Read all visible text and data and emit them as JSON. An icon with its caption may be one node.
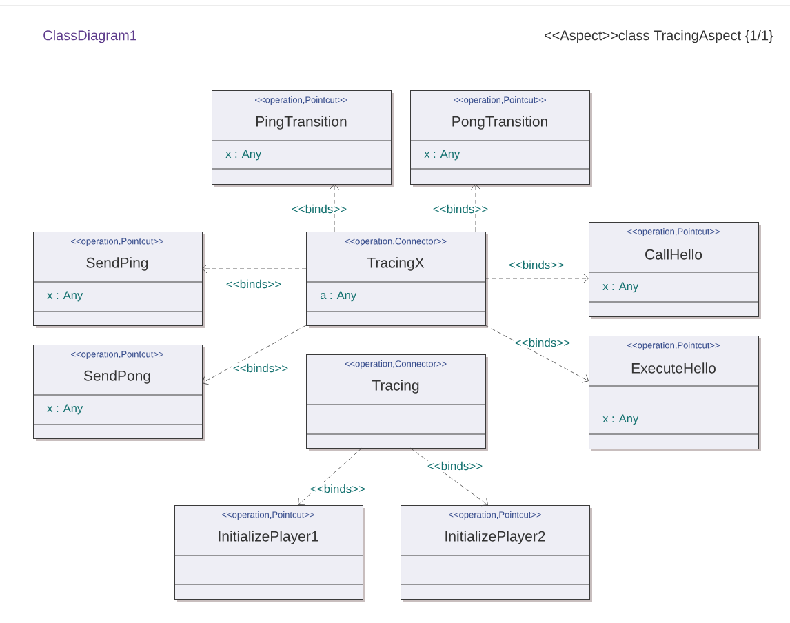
{
  "diagram": {
    "nodes": [
      {
        "text": [
          "<<operation,Pointcut>>",
          "PingTransition",
          "x : Any"
        ]
      },
      {
        "text": [
          "<<operation,Pointcut>>",
          "PongTransition",
          "x : Any"
        ]
      },
      {
        "text": [
          "<<operation,Pointcut>>",
          "SendPing",
          "x : Any"
        ]
      },
      {
        "text": [
          "<<operation,Connector>>",
          "TracingX",
          "a : Any"
        ]
      },
      {
        "text": [
          "<<operation,Pointcut>>",
          "CallHello",
          "x : Any"
        ]
      },
      {
        "text": [
          "<<operation,Pointcut>>",
          "SendPong",
          "x : Any"
        ]
      },
      {
        "text": [
          "<<operation,Connector>>",
          "Tracing"
        ]
      },
      {
        "text": [
          "<<operation,Pointcut>>",
          "ExecuteHello",
          "x : Any"
        ]
      },
      {
        "text": [
          "<<operation,Pointcut>>",
          "InitializePlayer1"
        ]
      },
      {
        "text": [
          "<<operation,Pointcut>>",
          "InitializePlayer2"
        ]
      }
    ],
    "edges": [
      {
        "from": 3,
        "to": 0,
        "arrow": "to",
        "style": "dashed",
        "label": "<<binds>>"
      },
      {
        "from": 3,
        "to": 1,
        "arrow": "to",
        "style": "dashed",
        "label": "<<binds>>"
      },
      {
        "from": 3,
        "to": 2,
        "arrow": "to",
        "style": "dashed",
        "label": "<<binds>>"
      },
      {
        "from": 3,
        "to": 4,
        "arrow": "to",
        "style": "dashed",
        "label": "<<binds>>"
      },
      {
        "from": 3,
        "to": 5,
        "arrow": "to",
        "style": "dashed",
        "label": "<<binds>>"
      },
      {
        "from": 3,
        "to": 7,
        "arrow": "to",
        "style": "dashed",
        "label": "<<binds>>"
      },
      {
        "from": 6,
        "to": 8,
        "arrow": "to",
        "style": "dashed",
        "label": "<<binds>>"
      },
      {
        "from": 6,
        "to": 9,
        "arrow": "to",
        "style": "dashed",
        "label": "<<binds>>"
      }
    ],
    "labels": [
      "ClassDiagram1",
      "<<Aspect>>class TracingAspect {1/1}"
    ]
  }
}
